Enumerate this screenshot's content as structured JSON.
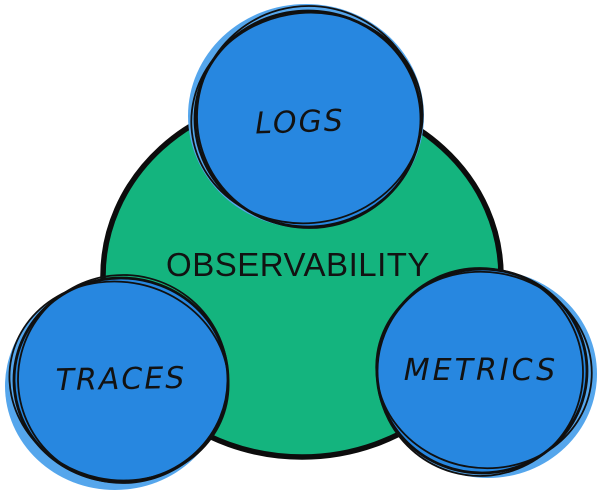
{
  "diagram": {
    "center": {
      "label": "OBSERVABILITY"
    },
    "nodes": [
      {
        "label": "LOGS"
      },
      {
        "label": "TRACES"
      },
      {
        "label": "METRICS"
      }
    ]
  },
  "colors": {
    "background": "#ffffff",
    "center_fill": "#14b47e",
    "node_fill": "#2787e0",
    "node_fringe": "#55a6ec",
    "outline": "#0f0f0f",
    "text": "#121212"
  }
}
